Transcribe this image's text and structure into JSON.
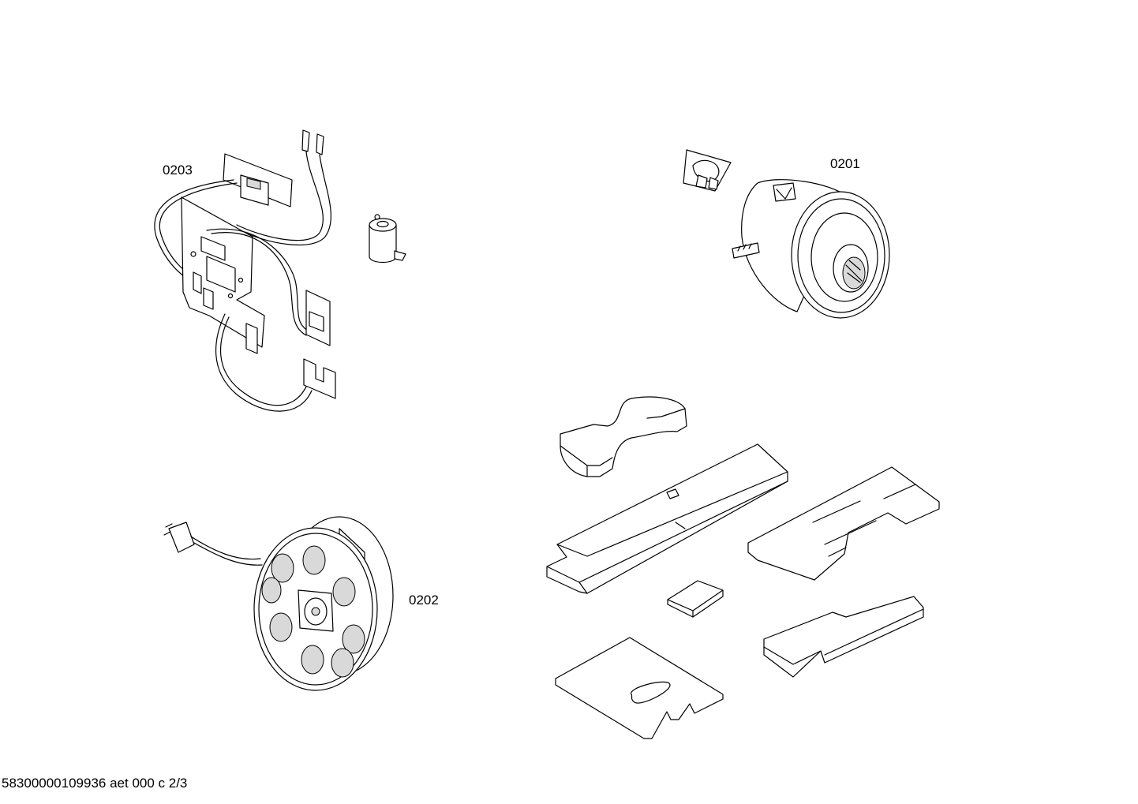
{
  "labels": {
    "motor": "0201",
    "cable_reel": "0202",
    "electronics": "0203"
  },
  "footer": "58300000109936 aet 000 c 2/3",
  "colors": {
    "line": "#000000",
    "background": "#ffffff",
    "shade": "#d9d9d9"
  }
}
